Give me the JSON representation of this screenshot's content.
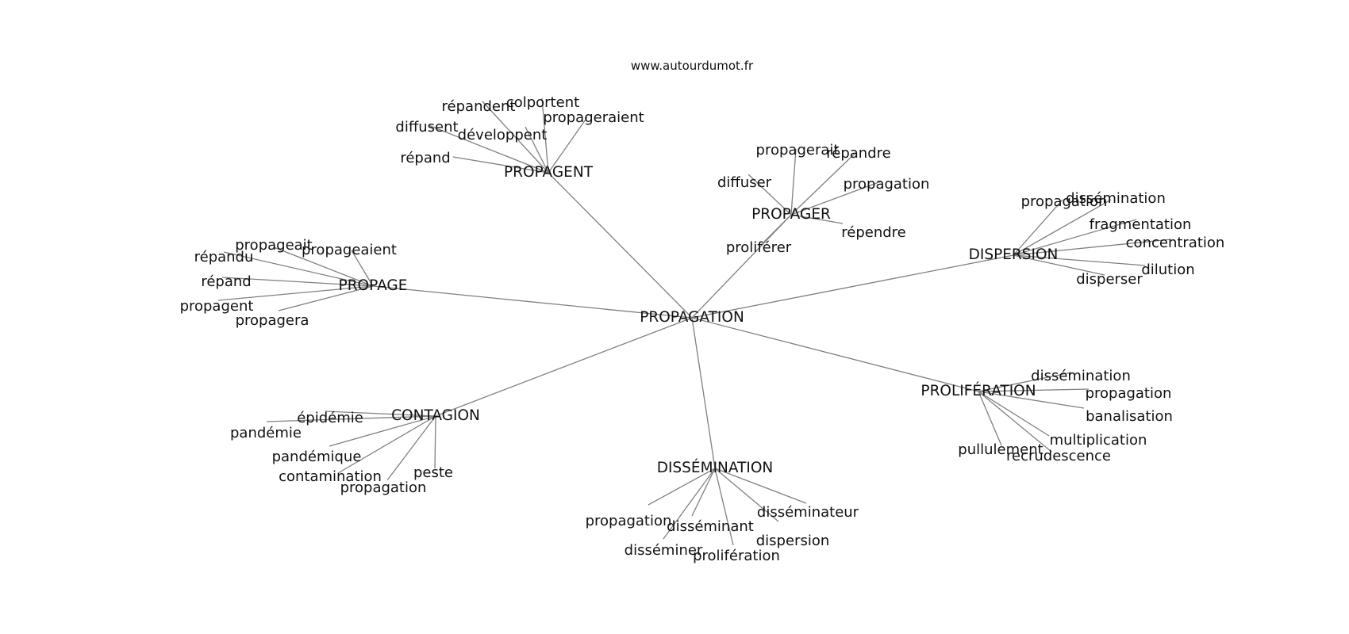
{
  "site": "www.autourdumot.fr",
  "graph": {
    "root": "PROPAGATION",
    "clusters": [
      {
        "id": "propagent",
        "label": "PROPAGENT",
        "leaves": [
          "répand",
          "diffusent",
          "répandent",
          "développent",
          "colportent",
          "propageraient"
        ]
      },
      {
        "id": "propager",
        "label": "PROPAGER",
        "leaves": [
          "diffuser",
          "propagerait",
          "répandre",
          "propagation",
          "répendre",
          "proliférer"
        ]
      },
      {
        "id": "propage",
        "label": "PROPAGE",
        "leaves": [
          "propageait",
          "répandu",
          "propageaient",
          "répand",
          "propagent",
          "propagera"
        ]
      },
      {
        "id": "dispersion",
        "label": "DISPERSION",
        "leaves": [
          "propagation",
          "dissémination",
          "fragmentation",
          "concentration",
          "dilution",
          "disperser"
        ]
      },
      {
        "id": "proliferation",
        "label": "PROLIFÉRATION",
        "leaves": [
          "dissémination",
          "propagation",
          "banalisation",
          "multiplication",
          "pullulement",
          "recrudescence"
        ]
      },
      {
        "id": "contagion",
        "label": "CONTAGION",
        "leaves": [
          "épidémie",
          "pandémie",
          "pandémique",
          "contamination",
          "propagation",
          "peste"
        ]
      },
      {
        "id": "dissemination",
        "label": "DISSÉMINATION",
        "leaves": [
          "propagation",
          "disséminant",
          "disséminer",
          "prolifération",
          "dispersion",
          "disséminateur"
        ]
      }
    ]
  },
  "colors": {
    "edge": "#808080",
    "text": "#111111",
    "background": "#ffffff"
  }
}
